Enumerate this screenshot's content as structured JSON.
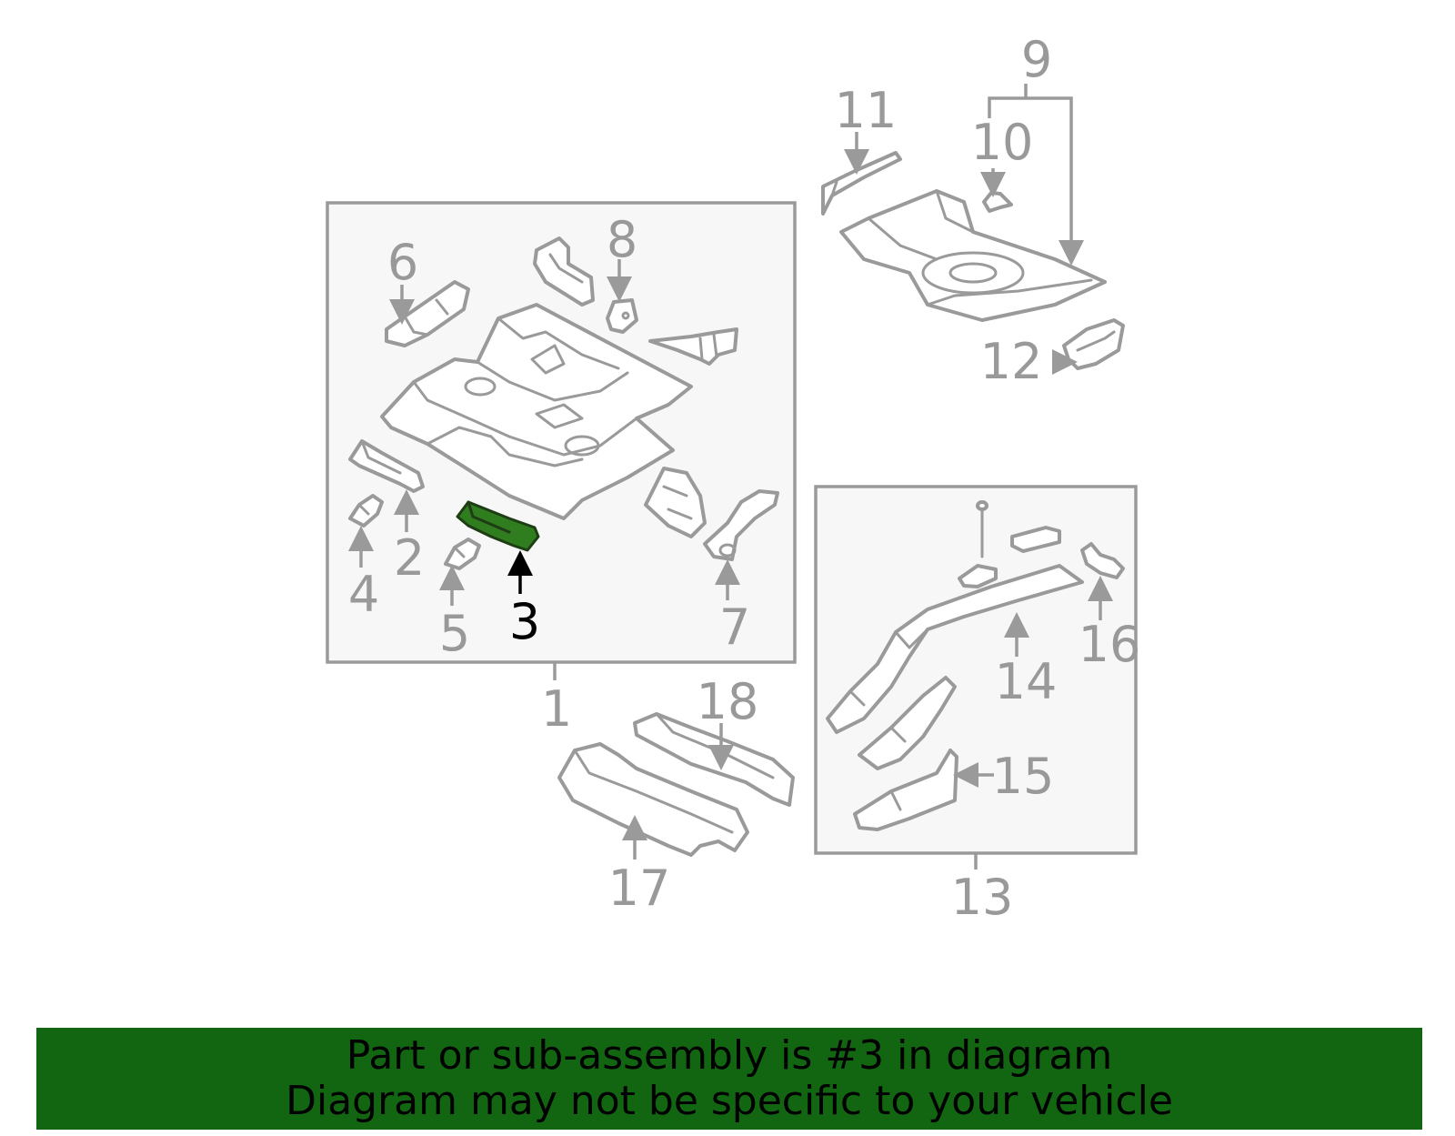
{
  "diagram": {
    "highlight_label": "3",
    "callouts": [
      "1",
      "2",
      "4",
      "5",
      "6",
      "7",
      "8",
      "9",
      "10",
      "11",
      "12",
      "13",
      "14",
      "15",
      "16",
      "17",
      "18"
    ]
  },
  "banner": {
    "line1": "Part or sub-assembly is #3 in diagram",
    "line2": "Diagram may not be specific to your vehicle",
    "background": "#126612"
  },
  "colors": {
    "line": "#9a9a9a",
    "highlight_part": "#2f7d1f",
    "box_fill": "#f7f7f7"
  }
}
